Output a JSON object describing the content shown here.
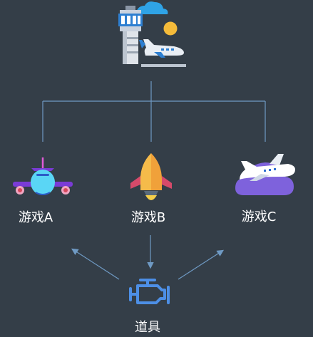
{
  "nodes": {
    "top": {
      "icon": "airport-tower-plane-icon"
    },
    "game_a": {
      "label": "游戏A",
      "icon": "airplane-front-icon"
    },
    "game_b": {
      "label": "游戏B",
      "icon": "rocket-icon"
    },
    "game_c": {
      "label": "游戏C",
      "icon": "airplane-cloud-icon"
    },
    "props": {
      "label": "道具",
      "icon": "engine-icon"
    }
  },
  "colors": {
    "background": "#343e48",
    "connector": "#6f9ac4",
    "label": "#ffffff"
  }
}
